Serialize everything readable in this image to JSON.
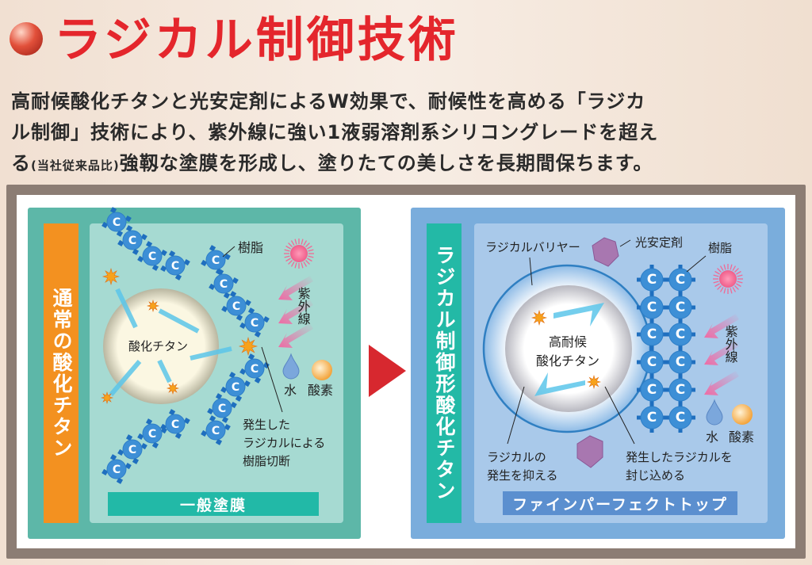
{
  "header": {
    "title": "ラジカル制御技術",
    "lines": [
      "高耐候酸化チタンと光安定剤によるW効果で、耐候性を高める「ラジカ",
      "ル制御」技術により、紫外線に強い1液弱溶剤系シリコングレードを超え"
    ],
    "line3_start": "る",
    "line3_small": "(当社従来品比)",
    "line3_end": "強靱な塗膜を形成し、塗りたての美しさを長期間保ちます。"
  },
  "left_panel": {
    "side_label": "通常の酸化チタン",
    "bottom_label": "一般塗膜",
    "particle": "酸化チタン",
    "resin": "樹脂",
    "uv": "紫外線",
    "water": "水",
    "oxygen": "酸素",
    "caption": [
      "発生した",
      "ラジカルによる",
      "樹脂切断"
    ]
  },
  "right_panel": {
    "side_label": "ラジカル制御形酸化チタン",
    "bottom_label": "ファインパーフェクトトップ",
    "barrier": "ラジカルバリヤー",
    "stabilizer": "光安定剤",
    "resin": "樹脂",
    "particle": [
      "高耐候",
      "酸化チタン"
    ],
    "uv": "紫外線",
    "water": "水",
    "oxygen": "酸素",
    "caption_left": [
      "ラジカルの",
      "発生を抑える"
    ],
    "caption_right": [
      "発生したラジカルを",
      "封じ込める"
    ]
  },
  "carbon_symbol": "C",
  "colors": {
    "title": "#e4262c",
    "orange": "#f39120",
    "teal": "#23b9a6",
    "blue": "#3d8fd6",
    "arrow": "#d7282f"
  }
}
